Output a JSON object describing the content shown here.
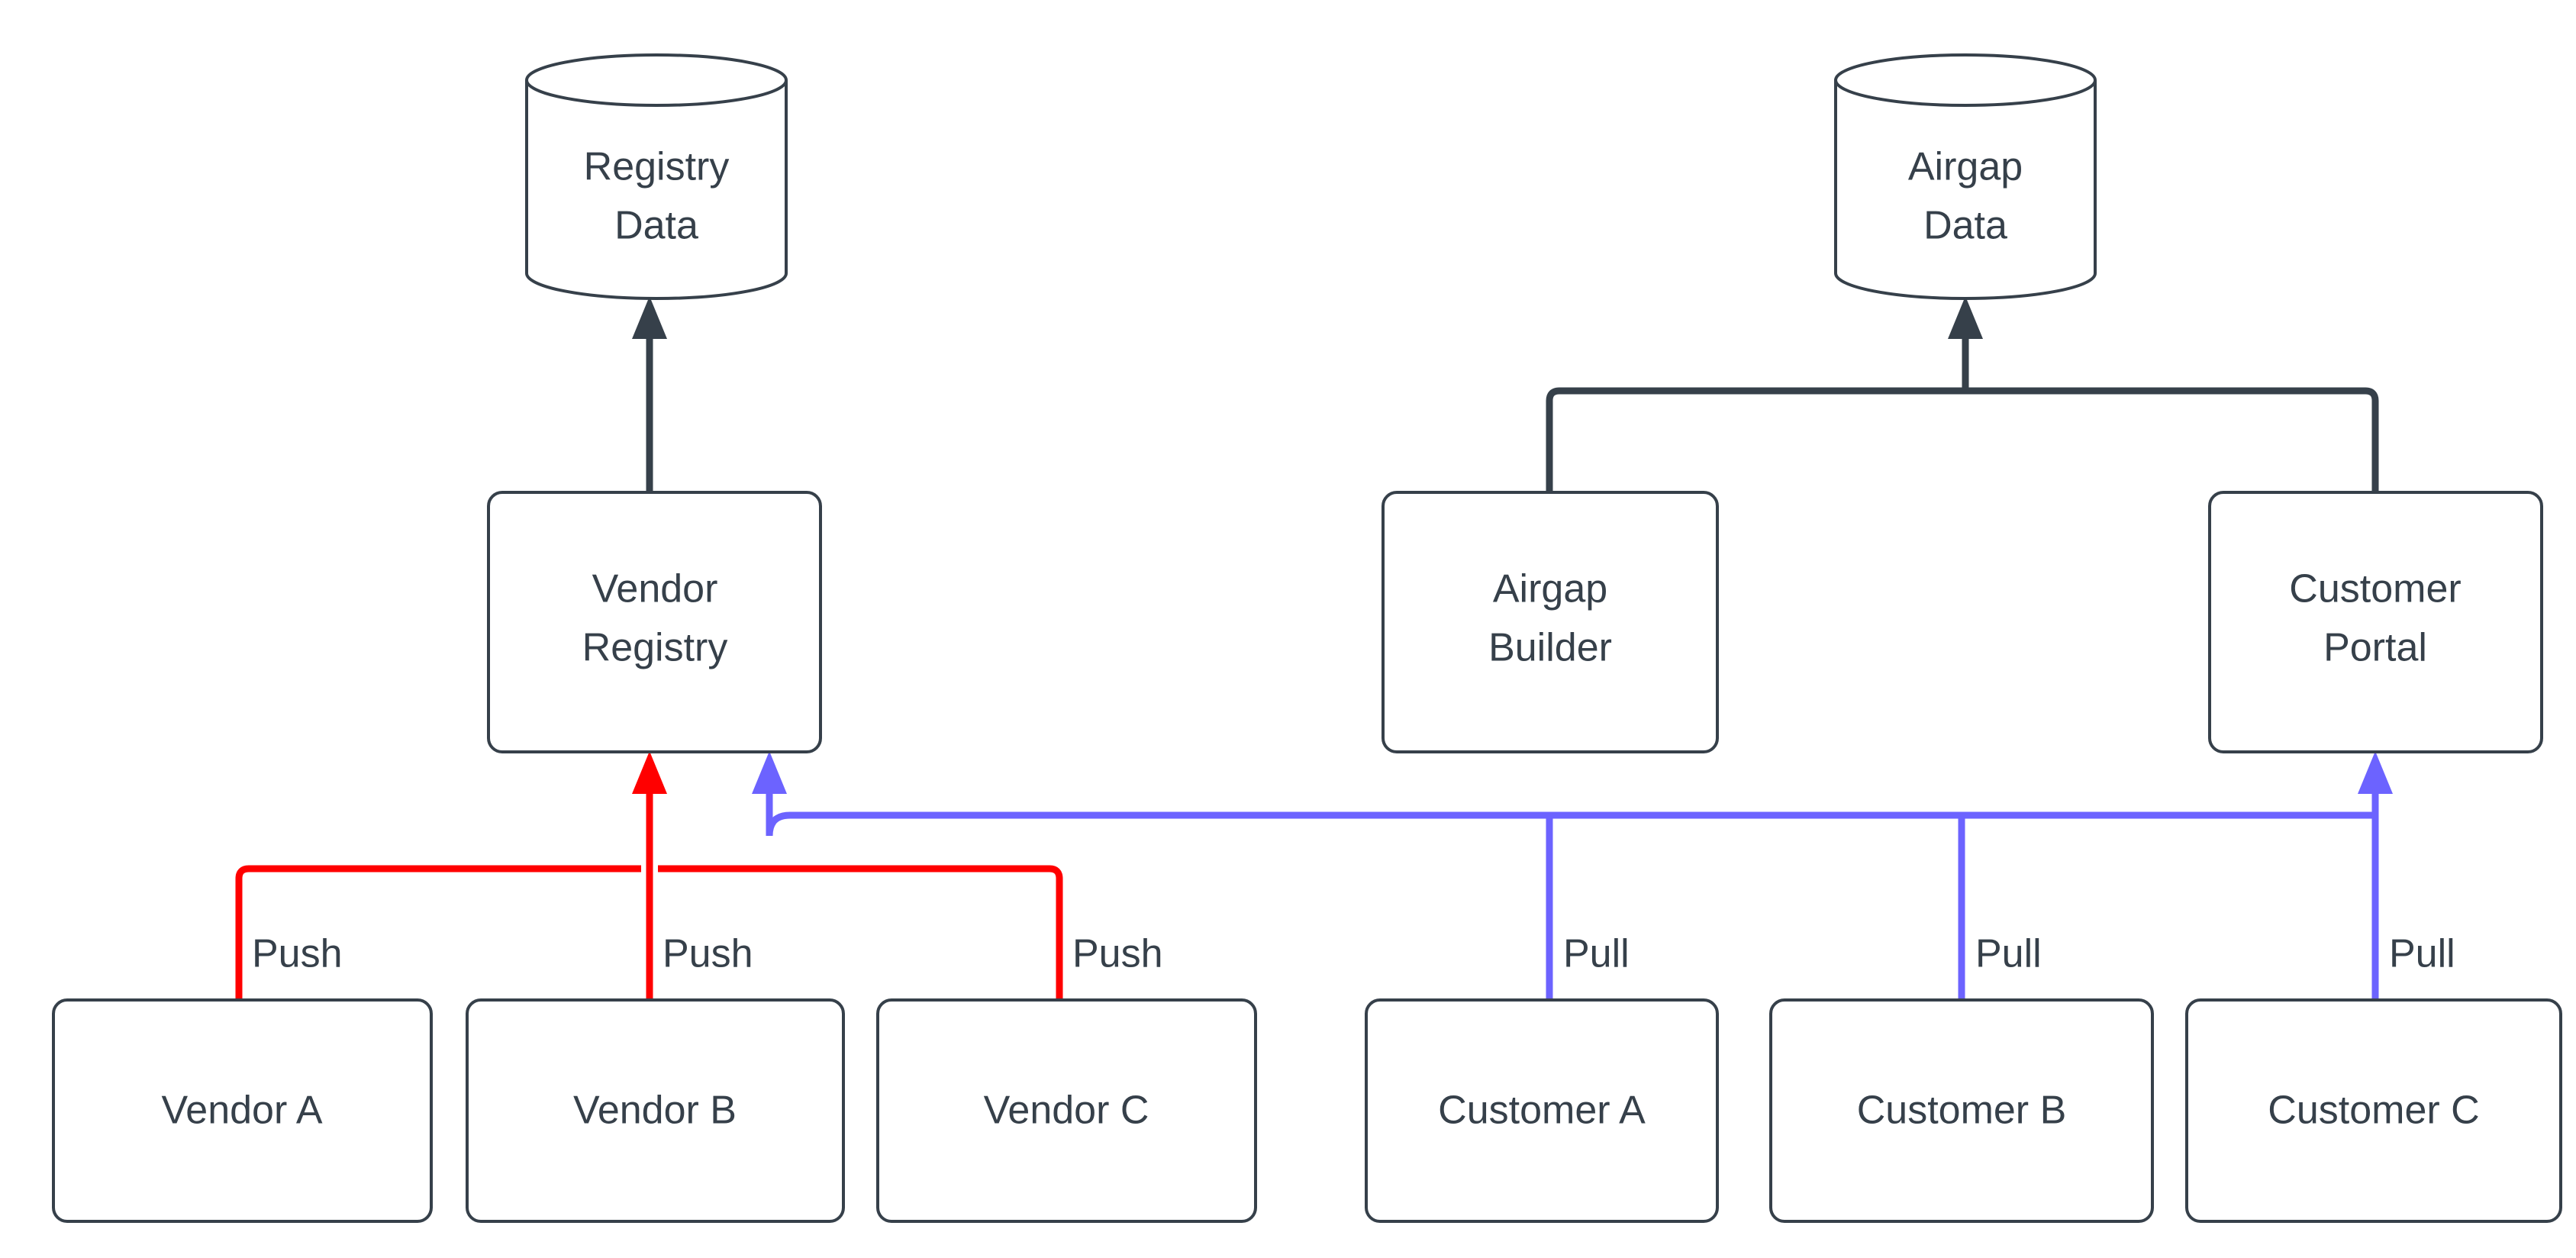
{
  "diagram": {
    "kind": "flow-diagram",
    "colors": {
      "background": "#ffffff",
      "node_stroke": "#36404a",
      "node_fill": "#ffffff",
      "text": "#36404a",
      "push_edge": "#ff0000",
      "pull_edge": "#6c63ff",
      "default_edge": "#36404a"
    },
    "nodes": {
      "registry_data": {
        "label_line1": "Registry",
        "label_line2": "Data",
        "shape": "cylinder"
      },
      "airgap_data": {
        "label_line1": "Airgap",
        "label_line2": "Data",
        "shape": "cylinder"
      },
      "vendor_registry": {
        "label_line1": "Vendor",
        "label_line2": "Registry",
        "shape": "rounded-rect"
      },
      "airgap_builder": {
        "label_line1": "Airgap",
        "label_line2": "Builder",
        "shape": "rounded-rect"
      },
      "customer_portal": {
        "label_line1": "Customer",
        "label_line2": "Portal",
        "shape": "rounded-rect"
      },
      "vendor_a": {
        "label": "Vendor A",
        "shape": "rounded-rect"
      },
      "vendor_b": {
        "label": "Vendor B",
        "shape": "rounded-rect"
      },
      "vendor_c": {
        "label": "Vendor C",
        "shape": "rounded-rect"
      },
      "customer_a": {
        "label": "Customer A",
        "shape": "rounded-rect"
      },
      "customer_b": {
        "label": "Customer B",
        "shape": "rounded-rect"
      },
      "customer_c": {
        "label": "Customer C",
        "shape": "rounded-rect"
      }
    },
    "edge_labels": {
      "push_a": "Push",
      "push_b": "Push",
      "push_c": "Push",
      "pull_a": "Pull",
      "pull_b": "Pull",
      "pull_c": "Pull"
    },
    "edges": [
      {
        "from": "vendor_registry",
        "to": "registry_data",
        "label": "",
        "color": "#36404a"
      },
      {
        "from": "airgap_builder",
        "to": "airgap_data",
        "label": "",
        "color": "#36404a"
      },
      {
        "from": "customer_portal",
        "to": "airgap_data",
        "label": "",
        "color": "#36404a"
      },
      {
        "from": "vendor_a",
        "to": "vendor_registry",
        "label": "Push",
        "color": "#ff0000"
      },
      {
        "from": "vendor_b",
        "to": "vendor_registry",
        "label": "Push",
        "color": "#ff0000"
      },
      {
        "from": "vendor_c",
        "to": "vendor_registry",
        "label": "Push",
        "color": "#ff0000"
      },
      {
        "from": "customer_a",
        "to": "vendor_registry",
        "label": "Pull",
        "color": "#6c63ff"
      },
      {
        "from": "customer_b",
        "to": "vendor_registry",
        "label": "Pull",
        "color": "#6c63ff"
      },
      {
        "from": "customer_c",
        "to": "customer_portal",
        "label": "Pull",
        "color": "#6c63ff"
      }
    ]
  }
}
